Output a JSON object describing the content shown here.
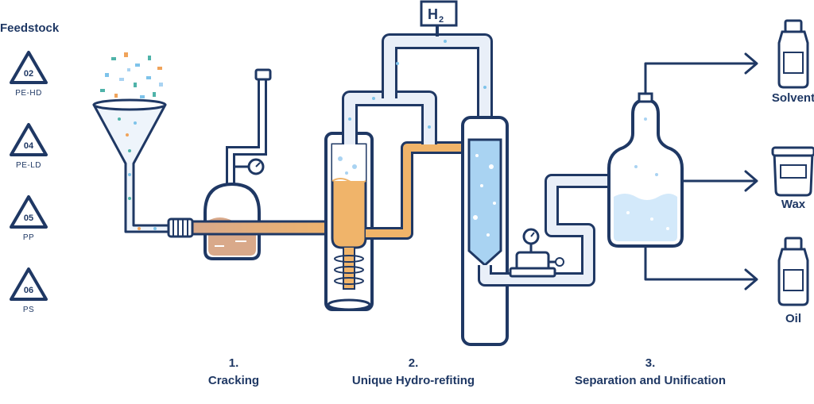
{
  "feedstock": {
    "title": "Feedstock",
    "items": [
      {
        "code": "02",
        "label": "PE-HD"
      },
      {
        "code": "04",
        "label": "PE-LD"
      },
      {
        "code": "05",
        "label": "PP"
      },
      {
        "code": "06",
        "label": "PS"
      }
    ]
  },
  "hydrogen": {
    "label": "H",
    "subscript": "2"
  },
  "steps": [
    {
      "number": "1.",
      "name": "Cracking"
    },
    {
      "number": "2.",
      "name": "Unique Hydro-refiting"
    },
    {
      "number": "3.",
      "name": "Separation and Unification"
    }
  ],
  "outputs": [
    "Solvent",
    "Wax",
    "Oil"
  ],
  "colors": {
    "outline": "#1f3864",
    "pipe_fill": "#e9eff8",
    "orange": "#f0b46a",
    "brown": "#d9a98a",
    "blue": "#a9d3f2",
    "light_blue": "#d3e9fa"
  }
}
